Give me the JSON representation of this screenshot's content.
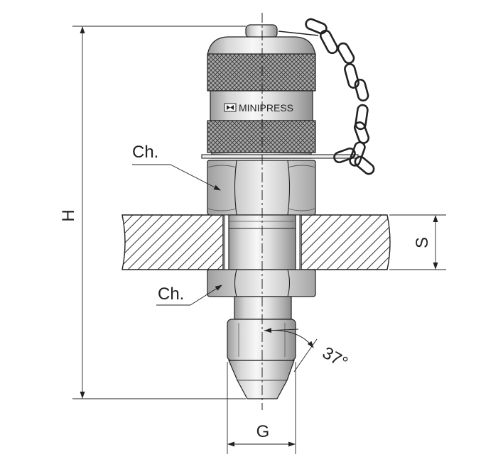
{
  "labels": {
    "chamfer_upper": "Ch.",
    "chamfer_lower": "Ch.",
    "height": "H",
    "panel_thickness": "S",
    "thread": "G",
    "angle": "37°",
    "brand": "MINIPRESS"
  },
  "colors": {
    "line": "#222222",
    "metal_light": "#f2f2f2",
    "metal_mid": "#bdbdbd",
    "metal_dark": "#8a8a8a",
    "knurl_bg": "#9a9a9a"
  }
}
